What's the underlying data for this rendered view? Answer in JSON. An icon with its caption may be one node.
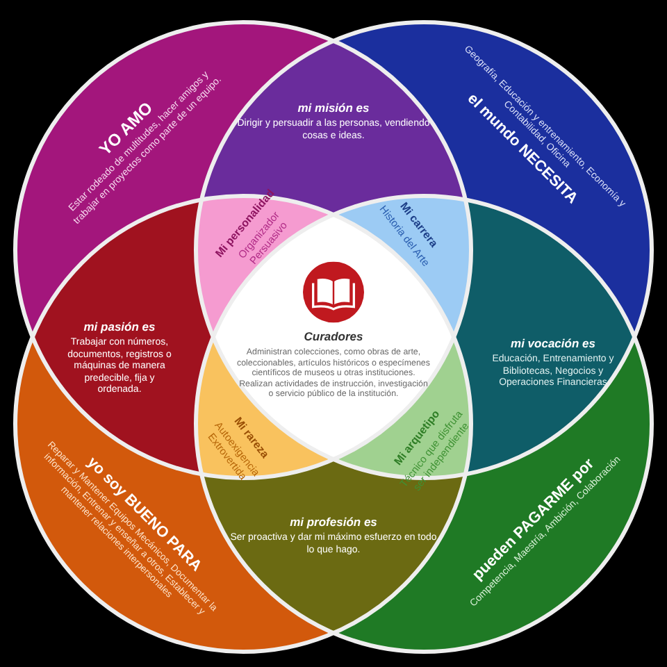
{
  "diagram": {
    "nodes": [
      {
        "text": [
          "YO AMO",
          "Estar rodeado de multitudes, hacer amigos y trabajar en proyectos como parte de un equipo."
        ]
      },
      {
        "text": [
          "mi misión es",
          "Dirigir y persuadir a las personas, vendiendo cosas e ideas."
        ]
      },
      {
        "text": [
          "el mundo NECESITA",
          "Geografía, Educación y entrenamiento, Economía y Contabilidad, Oficina"
        ]
      },
      {
        "text": [
          "mi pasión es",
          "Trabajar con números, documentos, registros o máquinas de manera predecible, fija y ordenada."
        ]
      },
      {
        "text": [
          "Mi personalidad",
          "Organizador Persuasivo"
        ]
      },
      {
        "text": [
          "Mi carrera",
          "Historia del Arte"
        ]
      },
      {
        "text": [
          "Curadores",
          "Administran colecciones, como obras de arte, coleccionables, artículos históricos o especímenes científicos de museos u otras instituciones. Realizan actividades de instrucción, investigación o servicio público de la institución."
        ]
      },
      {
        "text": [
          "mi vocación es",
          "Educación, Entrenamiento y Bibliotecas, Negocios y Operaciones Financieras"
        ]
      },
      {
        "text": [
          "Mi rareza",
          "Autoexigencia Extrovertida"
        ]
      },
      {
        "text": [
          "Mi arquetipo",
          "Técnico que disfruta ser independiente"
        ]
      },
      {
        "text": [
          "mi profesión es",
          "Ser proactiva y dar mi máximo esfuerzo en todo lo que hago."
        ]
      },
      {
        "text": [
          "yo soy BUENO PARA",
          "Reparar y Mantener Equipos Mecánicos, Documentar la información, Entrenar y enseñar a otros, Establecer y mantener relaciones interpersonales"
        ]
      },
      {
        "text": [
          "pueden PAGARME por",
          "Competencia, Maestría, Ambición, Colaboración"
        ]
      }
    ]
  }
}
